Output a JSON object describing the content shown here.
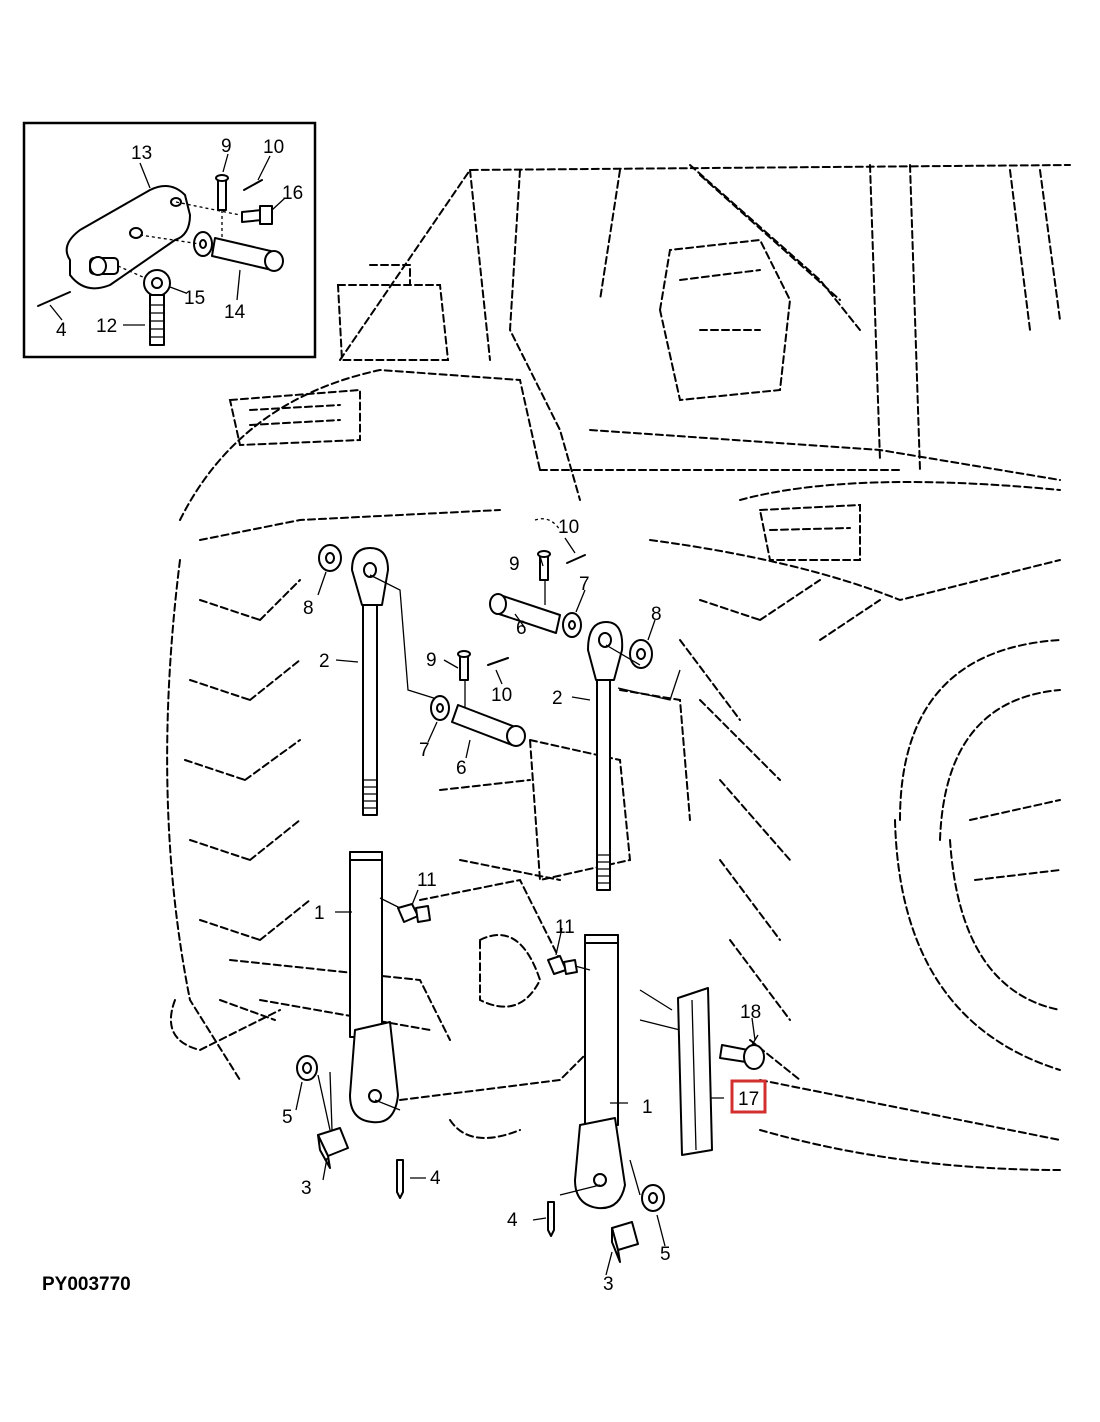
{
  "figure_code": "PY003770",
  "highlighted_part": "17",
  "highlight_color": "#d32f2f",
  "inset": {
    "labels": {
      "l13": "13",
      "l9": "9",
      "l10": "10",
      "l16": "16",
      "l15": "15",
      "l14": "14",
      "l12": "12",
      "l4": "4"
    }
  },
  "main": {
    "labels": {
      "l10_top": "10",
      "l9_top": "9",
      "l7_top": "7",
      "l6_top": "6",
      "l8_left": "8",
      "l8_right": "8",
      "l2_left": "2",
      "l2_right": "2",
      "l9_mid": "9",
      "l10_mid": "10",
      "l7_mid": "7",
      "l6_mid": "6",
      "l11_left": "11",
      "l11_right": "11",
      "l1_left": "1",
      "l1_right": "1",
      "l18": "18",
      "l17": "17",
      "l5_left": "5",
      "l5_right": "5",
      "l3_left": "3",
      "l3_right": "3",
      "l4_left": "4",
      "l4_right": "4"
    }
  }
}
